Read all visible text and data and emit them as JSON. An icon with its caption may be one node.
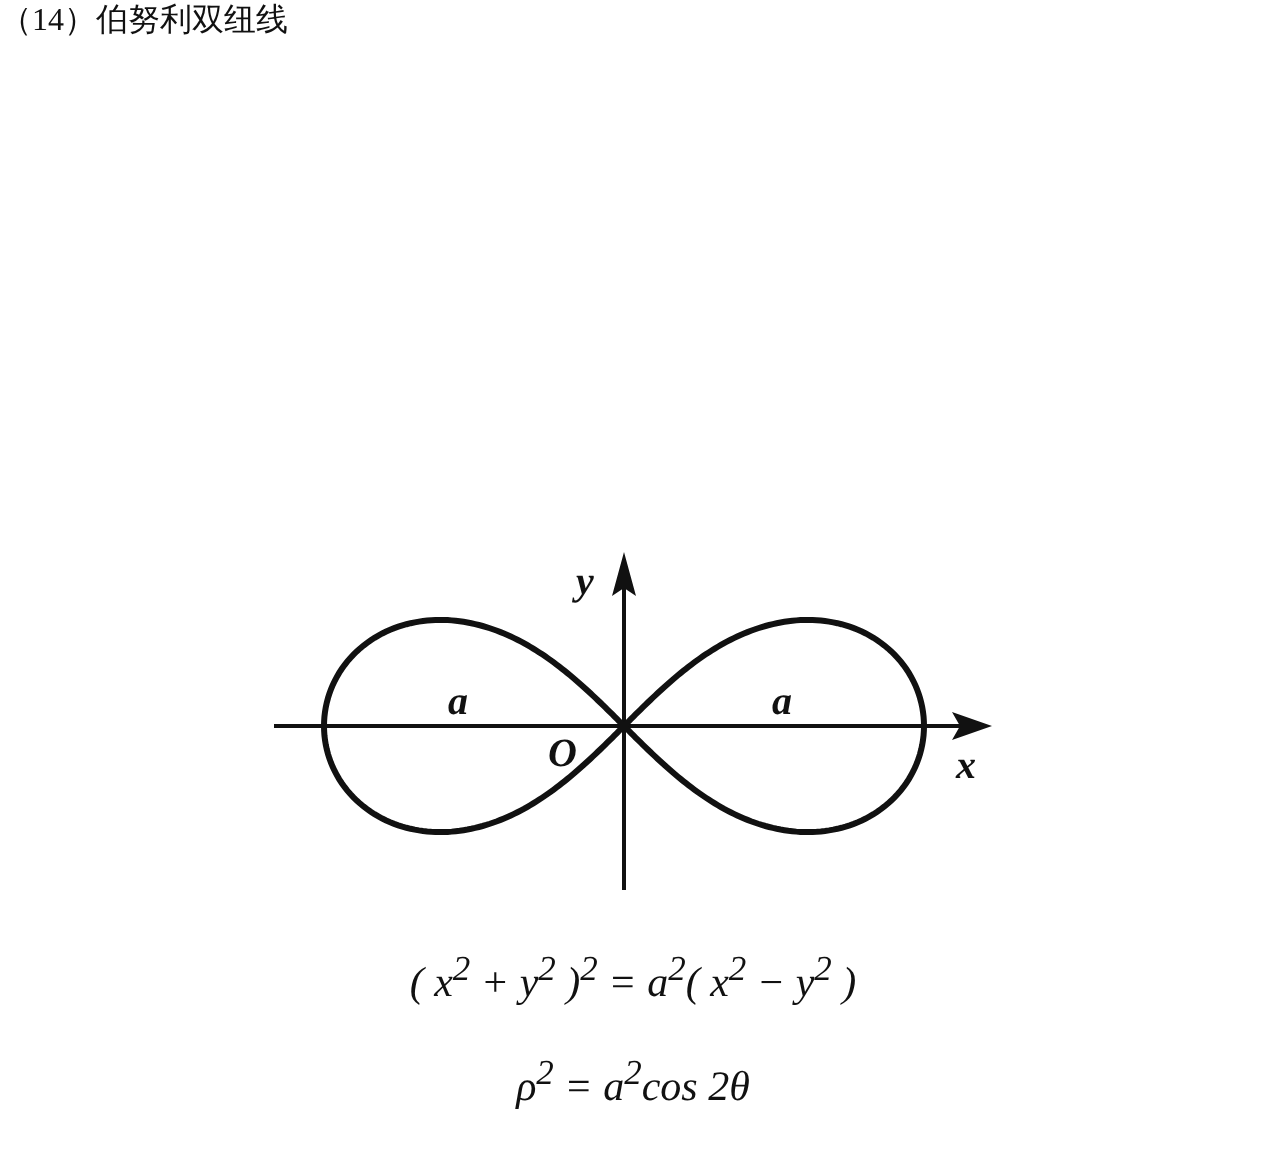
{
  "diagram": {
    "title": "（14）伯努利双纽线",
    "labels": [
      "y",
      "a",
      "a",
      "O",
      "x",
      "( x$^{2}$ + y$^{2}$ )$^{2}$ = a$^{2}$( x$^{2}$ − y$^{2}$ )",
      "ρ$^{2}$ = a$^{2}$cos 2θ"
    ]
  }
}
